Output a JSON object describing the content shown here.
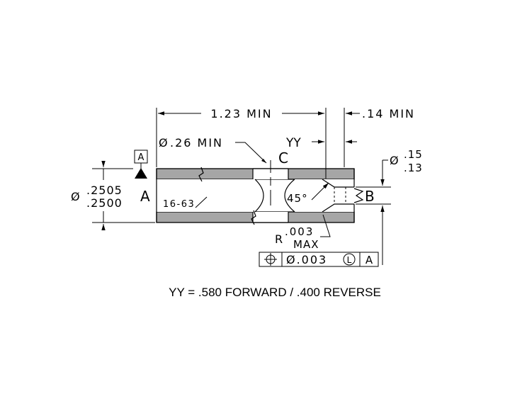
{
  "dims": {
    "overall_length": "1.23 MIN",
    "end_length": ".14 MIN",
    "center_dia_prefix": "Ø",
    "center_dia": ".26 MIN",
    "yy": "YY",
    "od_prefix": "Ø",
    "od_upper": ".2505",
    "od_lower": ".2500",
    "small_dia_prefix": "Ø",
    "small_dia_upper": ".15",
    "small_dia_lower": ".13",
    "chamfer_angle": "45°",
    "finish": "16-63",
    "radius_r": "R",
    "radius_value": ".003",
    "radius_max": "MAX"
  },
  "datums": {
    "a_box": "A",
    "a_label": "A",
    "b_label": "B",
    "c_label": "C"
  },
  "fcf": {
    "symbol": "position-icon",
    "tolerance": "Ø.003",
    "modifier": "L",
    "datum": "A"
  },
  "note": "YY = .580 FORWARD / .400 REVERSE"
}
